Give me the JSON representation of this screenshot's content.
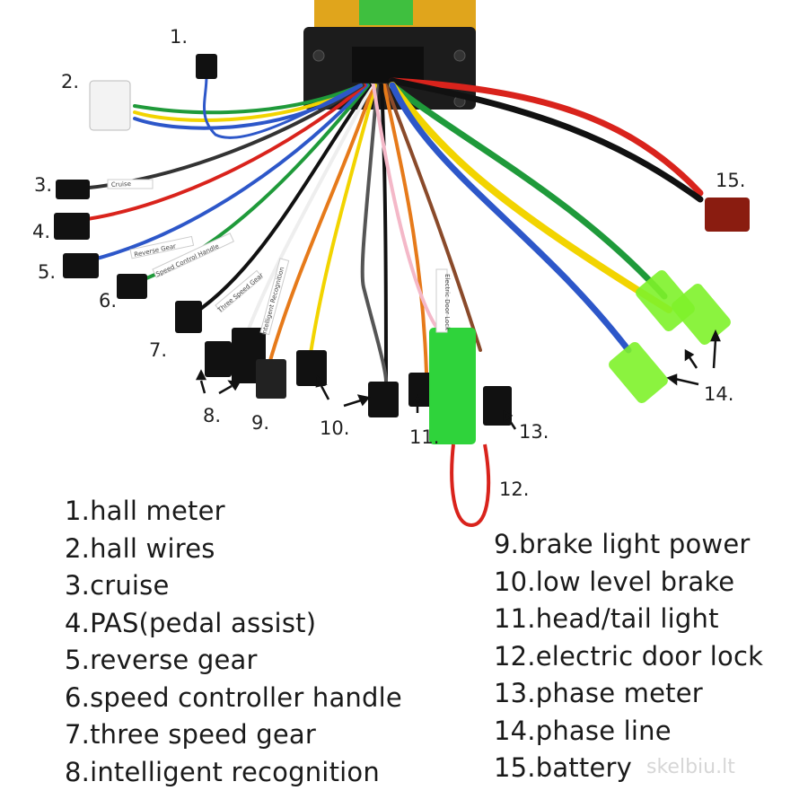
{
  "callouts": [
    {
      "id": "1",
      "text": "1."
    },
    {
      "id": "2",
      "text": "2."
    },
    {
      "id": "3",
      "text": "3."
    },
    {
      "id": "4",
      "text": "4."
    },
    {
      "id": "5",
      "text": "5."
    },
    {
      "id": "6",
      "text": "6."
    },
    {
      "id": "7",
      "text": "7."
    },
    {
      "id": "8",
      "text": "8."
    },
    {
      "id": "9",
      "text": "9."
    },
    {
      "id": "10",
      "text": "10."
    },
    {
      "id": "11",
      "text": "11."
    },
    {
      "id": "12",
      "text": "12."
    },
    {
      "id": "13",
      "text": "13."
    },
    {
      "id": "14",
      "text": "14."
    },
    {
      "id": "15",
      "text": "15."
    }
  ],
  "legend_left": [
    "1.hall meter",
    "2.hall wires",
    "3.cruise",
    "4.PAS(pedal assist)",
    "5.reverse gear",
    "6.speed controller handle",
    "7.three speed gear",
    "8.intelligent recognition"
  ],
  "legend_right": [
    "9.brake light power",
    "10.low level brake",
    "11.head/tail light",
    "12.electric door lock",
    "13.phase meter",
    "14.phase line",
    "15.battery"
  ],
  "wire_tags": {
    "cruise": "Cruise",
    "reverse": "Reverse Gear",
    "speed_handle": "Speed Control Handle",
    "three_speed": "Three Speed Gear",
    "intelligent": "Intelligent Recognition",
    "door_lock": "Electric Door Lock"
  },
  "watermark": "skelbiu.lt",
  "colors": {
    "controller_body": "#e0a51c",
    "controller_face": "#222222",
    "wire_yellow": "#f2d400",
    "wire_red": "#d9231c",
    "wire_blue": "#2d57c9",
    "wire_green": "#1f9a3a",
    "wire_black": "#111111",
    "connector_green": "#2fd33b",
    "terminal_green": "#7ef22a"
  }
}
